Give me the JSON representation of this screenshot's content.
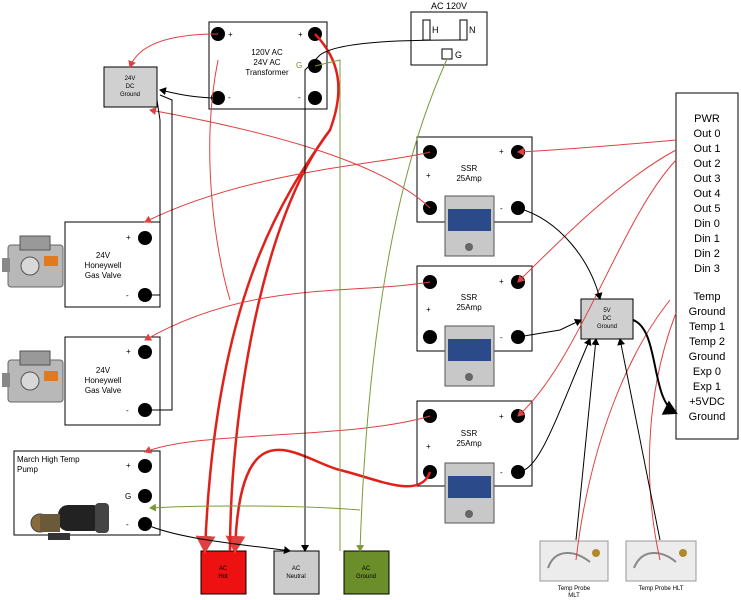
{
  "ac_source": {
    "title": "AC 120V",
    "hot": "H",
    "neutral": "N",
    "ground": "G"
  },
  "transformer": {
    "line1": "120V AC",
    "line2": "24V AC",
    "line3": "Transformer",
    "plus": "+",
    "minus": "-",
    "g": "G"
  },
  "dc24_ground": {
    "line1": "24V",
    "line2": "DC",
    "line3": "Ground"
  },
  "gas_valve_1": {
    "line1": "24V",
    "line2": "Honeywell",
    "line3": "Gas Valve",
    "plus": "+",
    "minus": "-"
  },
  "gas_valve_2": {
    "line1": "24V",
    "line2": "Honeywell",
    "line3": "Gas Valve",
    "plus": "+",
    "minus": "-"
  },
  "pump": {
    "line1": "March High Temp",
    "line2": "Pump",
    "plus": "+",
    "g": "G",
    "minus": "-"
  },
  "ssr_1": {
    "line1": "SSR",
    "line2": "25Amp",
    "plus": "+",
    "minus": "-"
  },
  "ssr_2": {
    "line1": "SSR",
    "line2": "25Amp",
    "plus": "+",
    "minus": "-"
  },
  "ssr_3": {
    "line1": "SSR",
    "line2": "25Amp",
    "plus": "+",
    "minus": "-"
  },
  "dc5_ground": {
    "line1": "5V",
    "line2": "DC",
    "line3": "Ground"
  },
  "controller": {
    "pins": [
      "PWR",
      "Out 0",
      "Out 1",
      "Out 2",
      "Out 3",
      "Out 4",
      "Out 5",
      "Din 0",
      "Din 1",
      "Din 2",
      "Din 3",
      "",
      "Temp",
      "Ground",
      "Temp 1",
      "Temp 2",
      "Ground",
      "Exp 0",
      "Exp 1",
      "+5VDC",
      "Ground"
    ]
  },
  "bus": {
    "hot": {
      "line1": "AC",
      "line2": "Hot",
      "color": "#ee1111"
    },
    "neutral": {
      "line1": "AC",
      "line2": "Neutral",
      "color": "#cccccc"
    },
    "ground": {
      "line1": "AC",
      "line2": "Ground",
      "color": "#6b8e2a"
    }
  },
  "probes": {
    "mlt_line1": "Temp Probe",
    "mlt_line2": "MLT",
    "hlt": "Temp Probe HLT"
  },
  "colors": {
    "hot": "#e0201a",
    "neutral": "#000000",
    "ground": "#7a9a3a",
    "signal": "#e04040",
    "dc": "#000000"
  }
}
